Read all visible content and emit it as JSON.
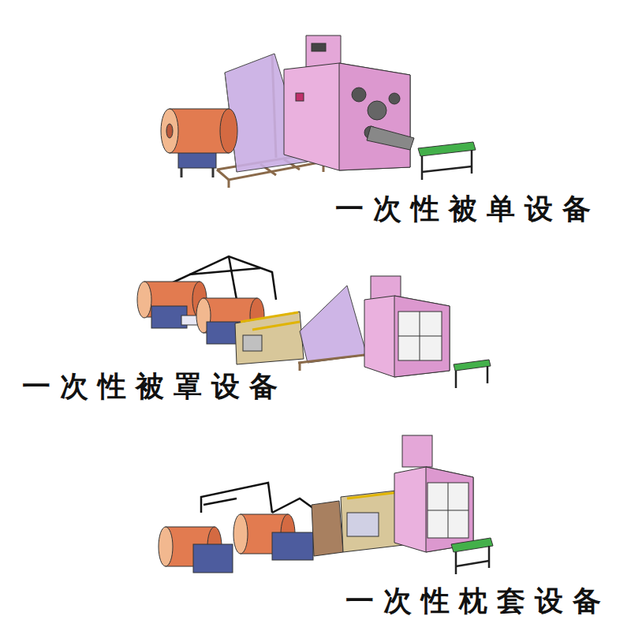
{
  "diagram": {
    "labels": [
      "一次性被单设备",
      "一次性被罩设备",
      "一次性枕套设备"
    ]
  }
}
